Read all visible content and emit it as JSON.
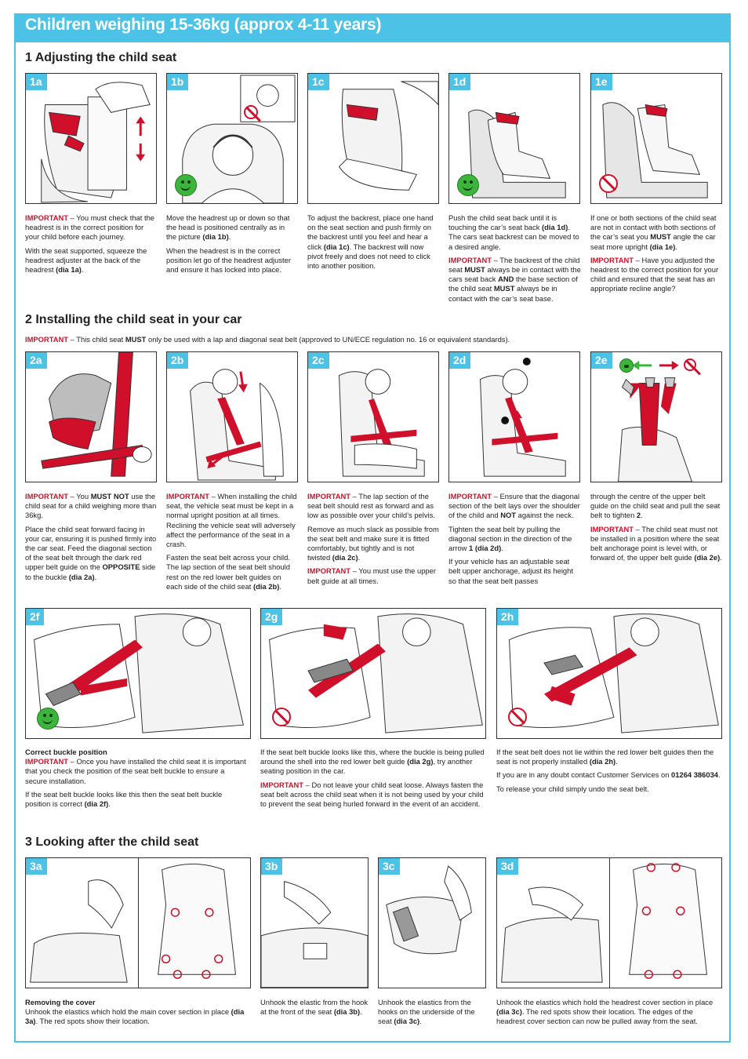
{
  "title": "Children weighing 15-36kg (approx 4-11 years)",
  "sections": {
    "s1": "1 Adjusting the child seat",
    "s2": "2 Installing the child seat in your car",
    "s3": "3 Looking after the child seat"
  },
  "labels": {
    "1a": "1a",
    "1b": "1b",
    "1c": "1c",
    "1d": "1d",
    "1e": "1e",
    "2a": "2a",
    "2b": "2b",
    "2c": "2c",
    "2d": "2d",
    "2e": "2e",
    "2f": "2f",
    "2g": "2g",
    "2h": "2h",
    "3a": "3a",
    "3b": "3b",
    "3c": "3c",
    "3d": "3d"
  },
  "important": "IMPORTANT",
  "s2_intro": {
    "pre": " – This child seat ",
    "must": "MUST",
    "post": " only be used with a lap and diagonal seat belt (approved to UN/ECE regulation no. 16 or equivalent standards)."
  },
  "t1a": {
    "p1": " – You must check that the headrest is in the correct position for your child before each journey.",
    "p2": "With the seat supported, squeeze the headrest adjuster at the back of the headrest ",
    "p2b": "(dia 1a)",
    "p2c": "."
  },
  "t1b": {
    "p1": "Move the headrest up or down so that the head is positioned centrally as in the picture ",
    "p1b": "(dia 1b)",
    "p1c": ".",
    "p2": "When the headrest is in the correct position let go of the headrest adjuster and ensure it has locked into place."
  },
  "t1c": {
    "p1": "To adjust the backrest, place one hand on the seat section and push firmly on the backrest until you feel and hear a click ",
    "p1b": "(dia 1c)",
    "p1c": ". The backrest will now pivot freely and does not need to click into another position."
  },
  "t1d": {
    "p1": "Push the child seat back until it is touching the car’s seat back ",
    "p1b": "(dia 1d)",
    "p1c": ". The cars seat backrest can be moved to a desired angle.",
    "p2a": " – The backrest of the child seat ",
    "p2must": "MUST",
    "p2b": " always be in contact with the cars seat back ",
    "p2and": "AND",
    "p2c": " the base section of the child seat ",
    "p2must2": "MUST",
    "p2d": " always be in contact with the car’s seat base."
  },
  "t1e": {
    "p1": "If one or both sections of the child seat are not in contact with both sections of the car’s seat you ",
    "p1must": "MUST",
    "p1b": " angle the car seat more upright ",
    "p1c": "(dia 1e)",
    "p1d": ".",
    "p2": " – Have you adjusted the headrest to the correct position for your child and ensured that the seat has an appropriate recline angle?"
  },
  "t2a": {
    "p1a": " – You ",
    "p1must": "MUST NOT",
    "p1b": " use the child seat for a child weighing more than 36kg.",
    "p2a": "Place the child seat forward facing in your car, ensuring it is pushed firmly into the car seat. Feed the diagonal section of the seat belt through the dark red upper belt guide on the ",
    "p2opp": "OPPOSITE",
    "p2b": " side to the buckle ",
    "p2c": "(dia 2a)",
    "p2d": "."
  },
  "t2b": {
    "p1": " – When installing the child seat, the vehicle seat must be kept in a normal upright position at all times. Reclining the vehicle seat will adversely affect the performance of the seat in a crash.",
    "p2": "Fasten the seat belt across your child. The lap section of the seat belt should rest on the red lower belt guides on each side of the child seat ",
    "p2b": "(dia 2b)",
    "p2c": "."
  },
  "t2c": {
    "p1": " – The lap section of the seat belt should rest as forward and as low as possible over your child’s pelvis.",
    "p2": "Remove as much slack as possible from the seat belt and make sure it is fitted comfortably, but tightly and is not twisted ",
    "p2b": "(dia 2c)",
    "p2c": ".",
    "p3": " – You must use the upper belt guide at all times."
  },
  "t2d": {
    "p1a": " – Ensure that the diagonal section of the belt lays over the shoulder of the child and ",
    "p1not": "NOT",
    "p1b": " against the neck.",
    "p2a": "Tighten the seat belt by pulling the diagonal section in the direction of the arrow ",
    "p2num": "1",
    "p2b": "(dia 2d)",
    "p2c": ".",
    "p3": "If your vehicle has an adjustable seat belt upper anchorage, adjust its height so that the seat belt passes"
  },
  "t2e": {
    "p1a": "through the centre of the upper belt guide on the child seat and pull the seat belt to tighten ",
    "p1num": "2",
    "p1b": ".",
    "p2": " – The child seat must not be installed in a position where the seat belt anchorage point is level with, or forward of, the upper belt guide ",
    "p2b": "(dia 2e)",
    "p2c": "."
  },
  "t2f": {
    "head": "Correct buckle position",
    "p1": " – Once you have installed the child seat it is important that you check the position of the seat belt buckle to ensure a secure installation.",
    "p2": "If the seat belt buckle looks like this then the seat belt buckle position is correct ",
    "p2b": "(dia 2f)",
    "p2c": "."
  },
  "t2g": {
    "p1": "If the seat belt buckle looks like this, where the buckle is being pulled around the shell into the red lower belt guide ",
    "p1b": "(dia 2g)",
    "p1c": ", try another seating position in the car.",
    "p2": " – Do not leave your child seat loose. Always fasten the seat belt across the child seat when it is not being used by your child to prevent the seat being hurled forward in the event of an accident."
  },
  "t2h": {
    "p1": "If the seat belt does not lie within the red lower belt guides then the seat is not properly installed ",
    "p1b": "(dia 2h)",
    "p1c": ".",
    "p2": "If you are in any doubt contact Customer Services on ",
    "phone": "01264 386034",
    "p2c": ".",
    "p3": "To release your child simply undo the seat belt."
  },
  "t3a": {
    "head": "Removing the cover",
    "p1": "Unhook the elastics which hold the main cover section in place ",
    "p1b": "(dia 3a)",
    "p1c": ". The red spots show their location."
  },
  "t3b": {
    "p1": "Unhook the elastic from the hook at the front of the seat ",
    "p1b": "(dia 3b)",
    "p1c": "."
  },
  "t3c": {
    "p1": "Unhook the elastics from the hooks on the underside of the seat ",
    "p1b": "(dia 3c)",
    "p1c": "."
  },
  "t3d": {
    "p1": "Unhook the elastics which hold the headrest cover section in place ",
    "p1b": "(dia 3c)",
    "p1c": ". The red spots show their location. The edges of the headrest cover section can now be pulled away from the seat."
  },
  "colors": {
    "accent": "#4cc3e6",
    "important": "#d0102a",
    "belt": "#d0102a",
    "ok": "#3db53d"
  }
}
